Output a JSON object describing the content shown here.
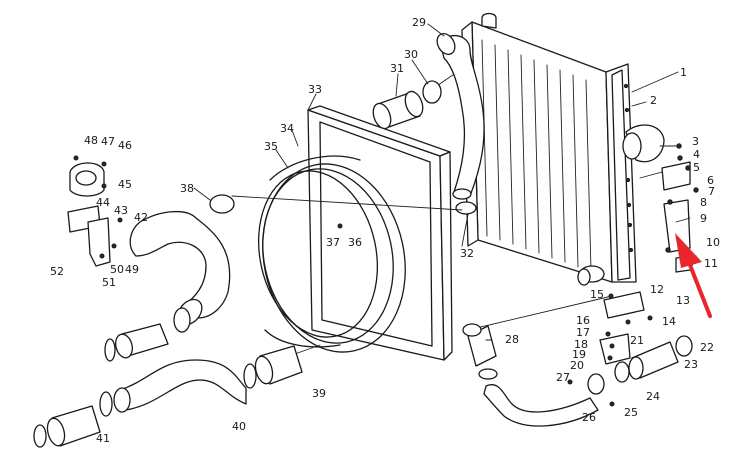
{
  "diagram": {
    "callouts": [
      {
        "id": "c1",
        "text": "1"
      },
      {
        "id": "c2",
        "text": "2"
      },
      {
        "id": "c3",
        "text": "3"
      },
      {
        "id": "c4",
        "text": "4"
      },
      {
        "id": "c5",
        "text": "5"
      },
      {
        "id": "c6",
        "text": "6"
      },
      {
        "id": "c7",
        "text": "7"
      },
      {
        "id": "c8",
        "text": "8"
      },
      {
        "id": "c9",
        "text": "9"
      },
      {
        "id": "c10",
        "text": "10"
      },
      {
        "id": "c11",
        "text": "11"
      },
      {
        "id": "c12",
        "text": "12"
      },
      {
        "id": "c13",
        "text": "13"
      },
      {
        "id": "c14",
        "text": "14"
      },
      {
        "id": "c15",
        "text": "15"
      },
      {
        "id": "c16",
        "text": "16"
      },
      {
        "id": "c17",
        "text": "17"
      },
      {
        "id": "c18",
        "text": "18"
      },
      {
        "id": "c19",
        "text": "19"
      },
      {
        "id": "c20",
        "text": "20"
      },
      {
        "id": "c21",
        "text": "21"
      },
      {
        "id": "c22",
        "text": "22"
      },
      {
        "id": "c23",
        "text": "23"
      },
      {
        "id": "c24",
        "text": "24"
      },
      {
        "id": "c25",
        "text": "25"
      },
      {
        "id": "c26",
        "text": "26"
      },
      {
        "id": "c27",
        "text": "27"
      },
      {
        "id": "c28",
        "text": "28"
      },
      {
        "id": "c29",
        "text": "29"
      },
      {
        "id": "c30",
        "text": "30"
      },
      {
        "id": "c31",
        "text": "31"
      },
      {
        "id": "c32",
        "text": "32"
      },
      {
        "id": "c33",
        "text": "33"
      },
      {
        "id": "c34",
        "text": "34"
      },
      {
        "id": "c35",
        "text": "35"
      },
      {
        "id": "c36",
        "text": "36"
      },
      {
        "id": "c37",
        "text": "37"
      },
      {
        "id": "c38",
        "text": "38"
      },
      {
        "id": "c39",
        "text": "39"
      },
      {
        "id": "c40",
        "text": "40"
      },
      {
        "id": "c41",
        "text": "41"
      },
      {
        "id": "c42",
        "text": "42"
      },
      {
        "id": "c43",
        "text": "43"
      },
      {
        "id": "c44",
        "text": "44"
      },
      {
        "id": "c45",
        "text": "45"
      },
      {
        "id": "c46",
        "text": "46"
      },
      {
        "id": "c47",
        "text": "47"
      },
      {
        "id": "c48",
        "text": "48"
      },
      {
        "id": "c49",
        "text": "49"
      },
      {
        "id": "c50",
        "text": "50"
      },
      {
        "id": "c51",
        "text": "51"
      },
      {
        "id": "c52",
        "text": "52"
      }
    ],
    "highlight_arrow": {
      "color": "#e8262b",
      "points_to": "9"
    },
    "line_color": "#1a1a1a"
  }
}
